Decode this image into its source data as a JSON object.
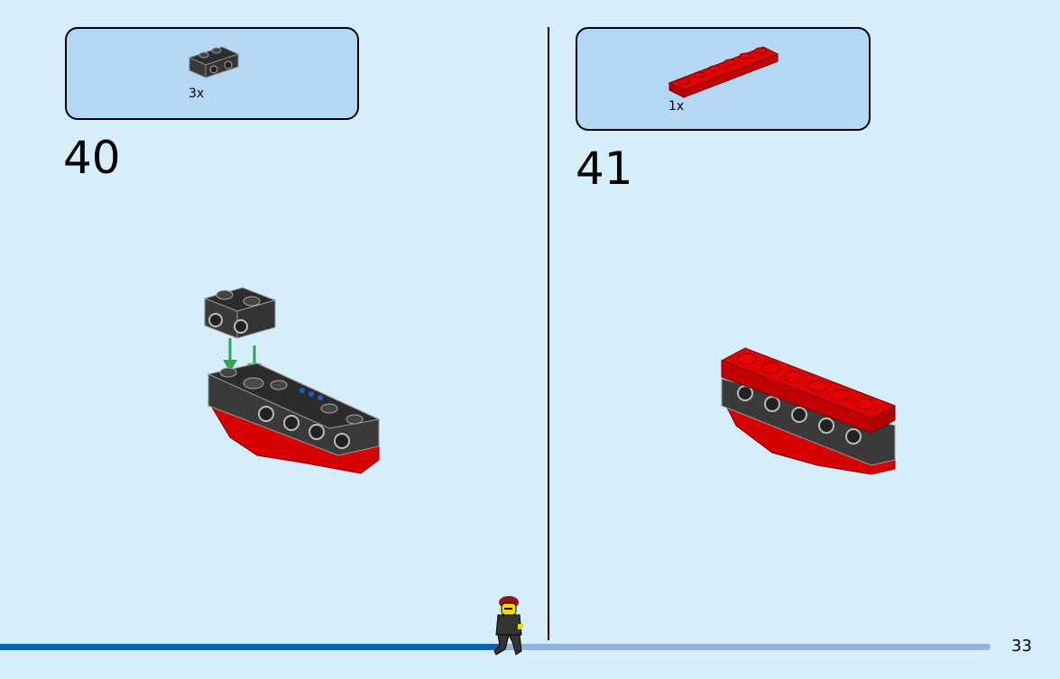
{
  "steps": [
    {
      "number": "40",
      "parts": [
        {
          "qty": "3x",
          "color": "#3a3a3a",
          "piece": "bracket-1x2"
        }
      ]
    },
    {
      "number": "41",
      "parts": [
        {
          "qty": "1x",
          "color": "#d50000",
          "piece": "plate-1x6"
        }
      ]
    }
  ],
  "page_number": "33",
  "progress": 0.51,
  "colors": {
    "background": "#d6edfc",
    "parts_box": "#b4d7f3",
    "brick_red": "#d50000",
    "brick_black": "#3a3a3a",
    "arrow_green": "#2fa652",
    "progress_fill": "#0a63b8",
    "progress_track": "#8fb4e0"
  }
}
